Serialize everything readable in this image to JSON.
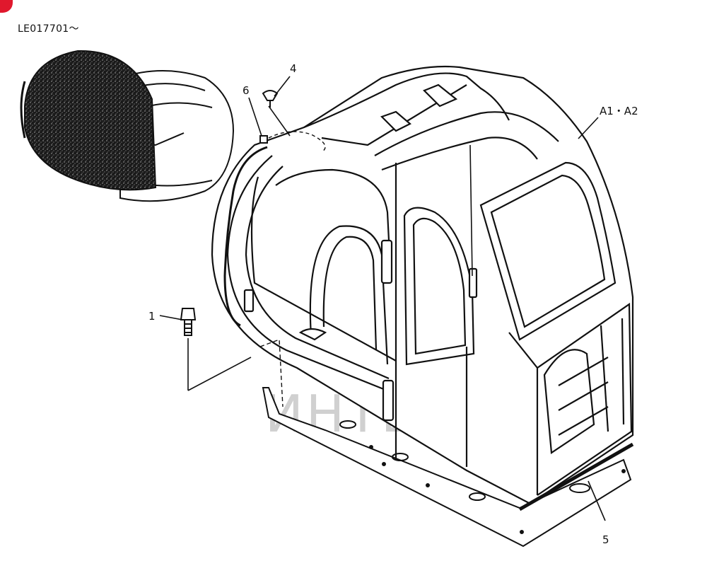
{
  "serial_range": "LE017701～",
  "callouts": {
    "c1": "1",
    "c4": "4",
    "c5": "5",
    "c6": "6",
    "assembly": "A1・A2"
  },
  "watermark": {
    "text": "ИНТЕХ",
    "color": "#e8262f"
  },
  "colors": {
    "line": "#111111",
    "accent": "#e0182d"
  }
}
